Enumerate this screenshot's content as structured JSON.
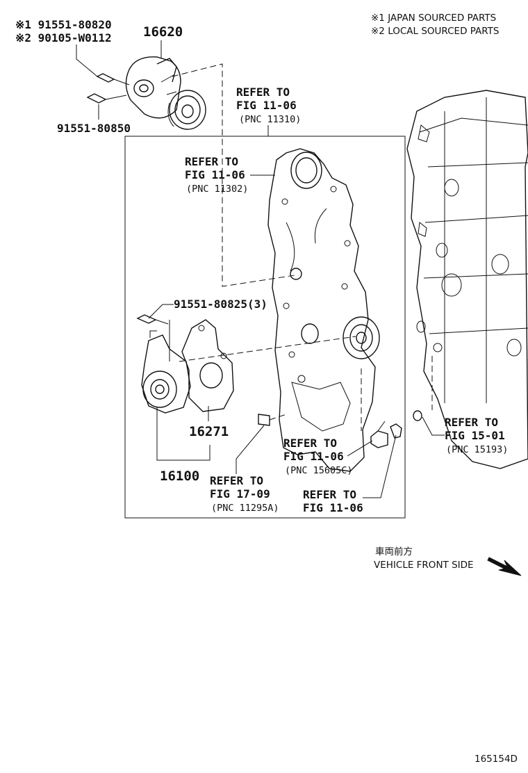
{
  "legend": {
    "line1": "※1 JAPAN SOURCED PARTS",
    "line2": "※2 LOCAL SOURCED PARTS"
  },
  "callouts": {
    "bolt_japan": "※1 91551-80820",
    "bolt_local": "※2 90105-W0112",
    "tensioner": "16620",
    "bolt_80850": "91551-80850",
    "bolt_80825": "91551-80825(3)",
    "gasket": "16271",
    "water_pump": "16100"
  },
  "refs": {
    "ref_11310": {
      "line1": "REFER TO",
      "line2": "FIG 11-06",
      "line3": "(PNC 11310)"
    },
    "ref_11302": {
      "line1": "REFER TO",
      "line2": "FIG 11-06",
      "line3": "(PNC 11302)"
    },
    "ref_15605c": {
      "line1": "REFER TO",
      "line2": "FIG 11-06",
      "line3": "(PNC 15605C)"
    },
    "ref_11295a": {
      "line1": "REFER TO",
      "line2": "FIG 17-09",
      "line3": "(PNC 11295A)"
    },
    "ref_1106b": {
      "line1": "REFER TO",
      "line2": "FIG 11-06"
    },
    "ref_15193": {
      "line1": "REFER TO",
      "line2": "FIG 15-01",
      "line3": "(PNC 15193)"
    }
  },
  "direction": {
    "jp": "車両前方",
    "en": "VEHICLE FRONT SIDE"
  },
  "figure_id": "165154D"
}
